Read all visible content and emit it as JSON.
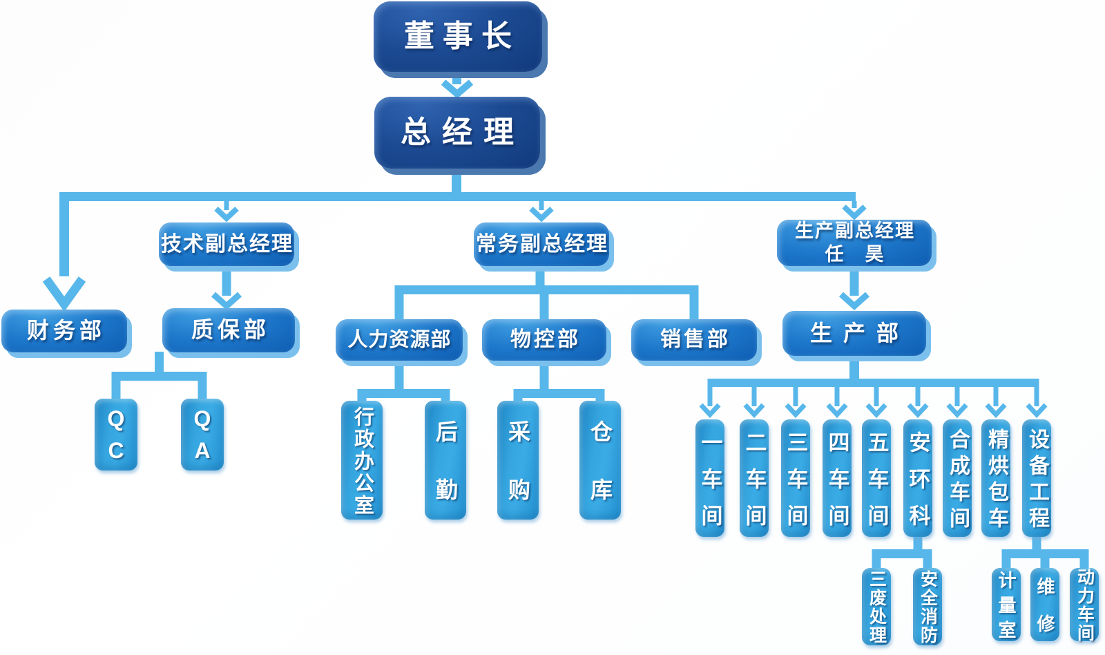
{
  "nodes": {
    "chairman": {
      "label": "董事长"
    },
    "general_manager": {
      "label": "总经理"
    },
    "finance_dept": {
      "label": "财务部"
    },
    "tech_deputy_gm": {
      "label": "技术副总经理"
    },
    "executive_deputy_gm": {
      "label": "常务副总经理"
    },
    "production_deputy_gm": {
      "line1": "生产副总经理",
      "line2": "任　昊"
    },
    "qa_dept": {
      "label": "质保部"
    },
    "qc": {
      "label": "QC"
    },
    "qa": {
      "label": "QA"
    },
    "hr_dept": {
      "label": "人力资源部"
    },
    "material_control_dept": {
      "label": "物控部"
    },
    "sales_dept": {
      "label": "销售部"
    },
    "production_dept": {
      "label": "生产部"
    },
    "admin_office": {
      "label": "行政办公室"
    },
    "logistics": {
      "label": "后勤"
    },
    "purchasing": {
      "label": "采购"
    },
    "warehouse": {
      "label": "仓库"
    },
    "workshop_1": {
      "label": "一车间"
    },
    "workshop_2": {
      "label": "二车间"
    },
    "workshop_3": {
      "label": "三车间"
    },
    "workshop_4": {
      "label": "四车间"
    },
    "workshop_5": {
      "label": "五车间"
    },
    "safety_env_section": {
      "label": "安环科"
    },
    "synthesis_workshop": {
      "label": "合成车间"
    },
    "fine_drying_packing": {
      "label": "精烘包车"
    },
    "equipment_engineering": {
      "label": "设备工程"
    },
    "waste_treatment": {
      "label": "三废处理"
    },
    "fire_safety": {
      "label": "安全消防"
    },
    "metrology_room": {
      "label": "计量室"
    },
    "maintenance": {
      "label": "维修"
    },
    "power_workshop": {
      "label": "动力车间"
    }
  },
  "colors": {
    "connector": "#58b7ea",
    "box_dark": "#16407f",
    "box_mid": "#1365b8",
    "box_small": "#2f9fda",
    "text": "#ffffff"
  }
}
